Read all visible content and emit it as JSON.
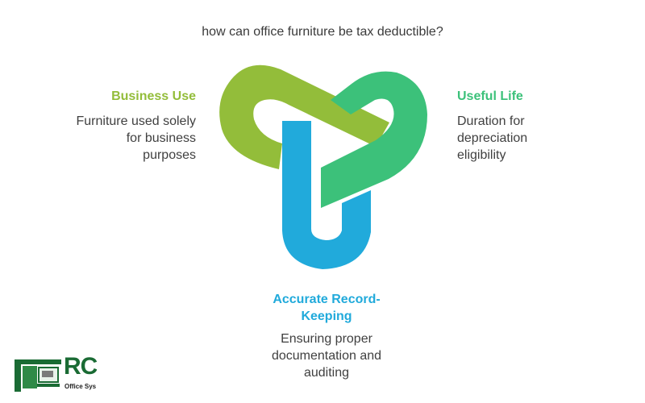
{
  "title": "how can office furniture be tax deductible?",
  "colors": {
    "business_use": "#93bd3a",
    "useful_life": "#3cc17a",
    "record_keeping": "#21aadb",
    "text": "#404040",
    "logo_green": "#1a6b34"
  },
  "items": [
    {
      "heading": "Business Use",
      "description": "Furniture used solely for business purposes"
    },
    {
      "heading": "Useful Life",
      "description": "Duration for depreciation eligibility"
    },
    {
      "heading": "Accurate Record-Keeping",
      "description": "Ensuring proper documentation and auditing"
    }
  ],
  "logo": {
    "letters": "RC",
    "subtitle": "Office Sys",
    "icon": "office-building-icon"
  }
}
